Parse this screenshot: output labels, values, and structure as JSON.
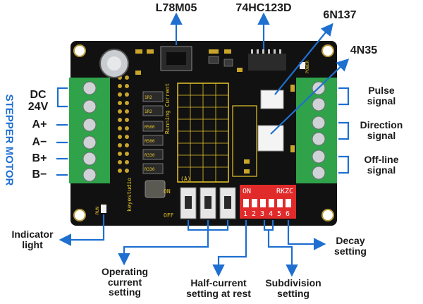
{
  "side_label": "STEPPER MOTOR",
  "top_labels": {
    "chip1": "L78M05",
    "chip2": "74HC123D",
    "chip3": "6N137",
    "chip4": "4N35"
  },
  "left_labels": {
    "dc": "DC",
    "voltage": "24V",
    "a_plus": "A+",
    "a_minus": "A−",
    "b_plus": "B+",
    "b_minus": "B−"
  },
  "right_labels": {
    "pulse": [
      "Pulse",
      "signal"
    ],
    "direction": [
      "Direction",
      "signal"
    ],
    "offline": [
      "Off-line",
      "signal"
    ]
  },
  "bottom_labels": {
    "indicator": [
      "Indicator",
      "light"
    ],
    "operating": [
      "Operating",
      "current",
      "setting"
    ],
    "half": [
      "Half-current",
      "setting at rest"
    ],
    "subdivision": [
      "Subdivision",
      "setting"
    ],
    "decay": [
      "Decay",
      "setting"
    ]
  },
  "board": {
    "switch_on": "ON",
    "switch_right": "RKZC",
    "switch_numbers": [
      "1",
      "2",
      "3",
      "4",
      "5",
      "6"
    ],
    "dip_on": "ON",
    "dip_off": "OFF",
    "brand": "keyestudio",
    "table_title": "Running Current",
    "table_unit": "(A)",
    "resistors": [
      "1R2",
      "1R2",
      "R500",
      "R500",
      "R330",
      "R330"
    ],
    "power": "POWER",
    "run": "RUN"
  },
  "colors": {
    "arrow": "#1e6fd0",
    "board": "#111111",
    "terminal": "#2fa24a",
    "dip": "#e12b2b",
    "silk": "#e8c52a"
  }
}
